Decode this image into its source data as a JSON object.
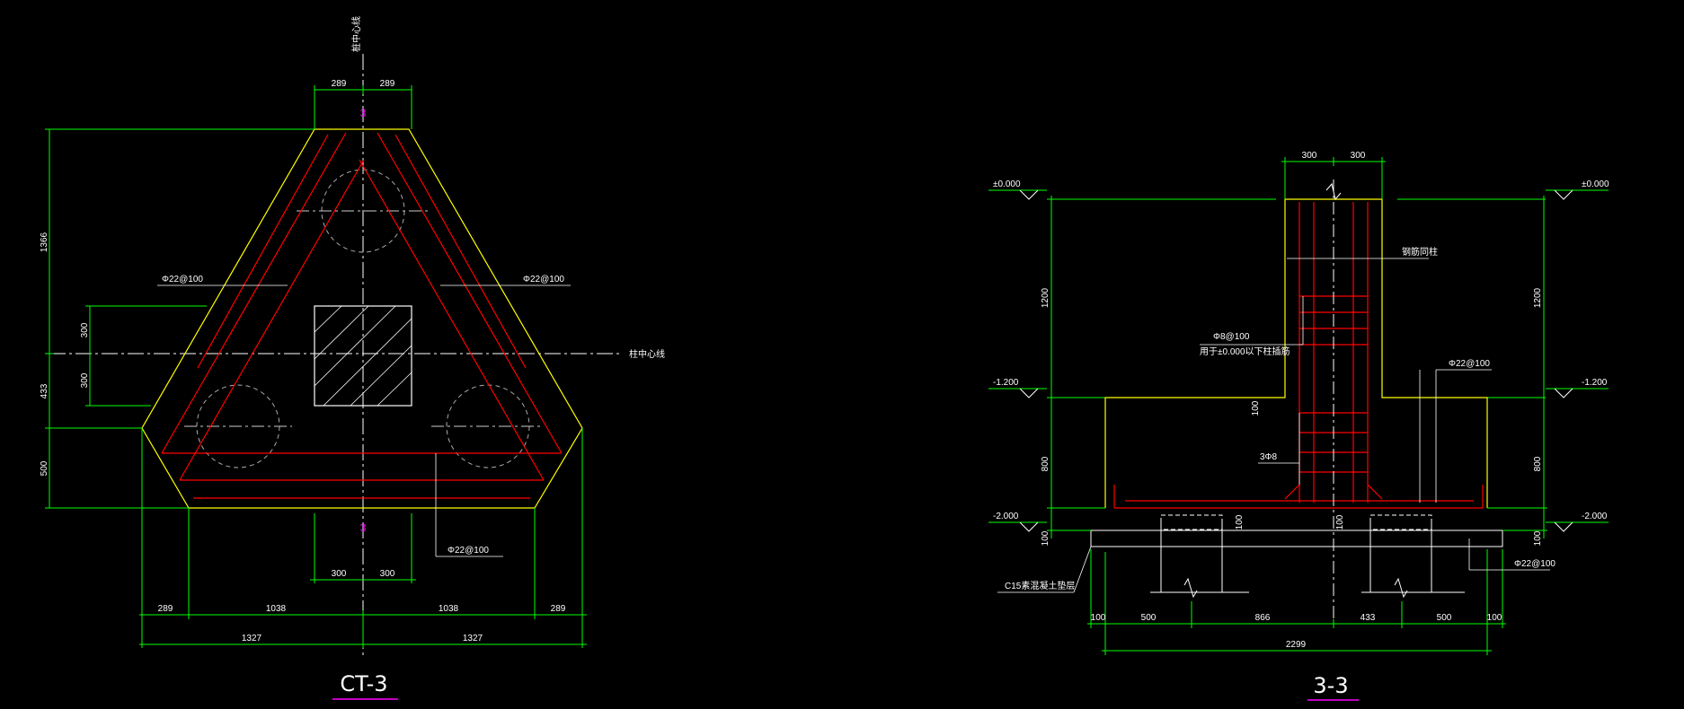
{
  "colors": {
    "background": "#000000",
    "dimension": "#00ff00",
    "rebar": "#ff0000",
    "outline": "#ffff00",
    "centerline": "#ffffff",
    "section_mark": "#ff00ff"
  },
  "plan": {
    "title": "CT-3",
    "section_mark_top": "3",
    "section_mark_bottom": "3",
    "pile_centerline": "桩中心线",
    "column_centerline": "柱中心线",
    "rebar_left": "Φ22@100",
    "rebar_right": "Φ22@100",
    "rebar_bottom": "Φ22@100",
    "dims": {
      "top_left": "289",
      "top_right": "289",
      "left_top": "1366",
      "left_300a": "300",
      "left_300b": "300",
      "left_433": "433",
      "left_500": "500",
      "col_left": "300",
      "col_right": "300",
      "b1": "289",
      "b2": "1038",
      "b3": "1038",
      "b4": "289",
      "t1": "1327",
      "t2": "1327"
    }
  },
  "section": {
    "title": "3-3",
    "elev_top_left": "±0.000",
    "elev_top_right": "±0.000",
    "elev_mid_left": "-1.200",
    "elev_mid_right": "-1.200",
    "elev_bot_left": "-2.000",
    "elev_bot_right": "-2.000",
    "col_rebar_note": "钢筋同柱",
    "stirrup": "Φ8@100",
    "stirrup_note": "用于±0.000以下柱插筋",
    "rebar_right": "Φ22@100",
    "rebar_bottom": "Φ22@100",
    "bars": "3Φ8",
    "cushion": "C15素混凝土垫层",
    "dims": {
      "top_left": "300",
      "top_right": "300",
      "left_1200": "1200",
      "right_1200": "1200",
      "left_800": "800",
      "right_800": "800",
      "left_100": "100",
      "right_100": "100",
      "d100a": "100",
      "d100b": "100",
      "d100c": "100",
      "b1": "100",
      "b2": "500",
      "b3": "866",
      "b4": "433",
      "b5": "500",
      "b6": "100",
      "total": "2299"
    }
  }
}
